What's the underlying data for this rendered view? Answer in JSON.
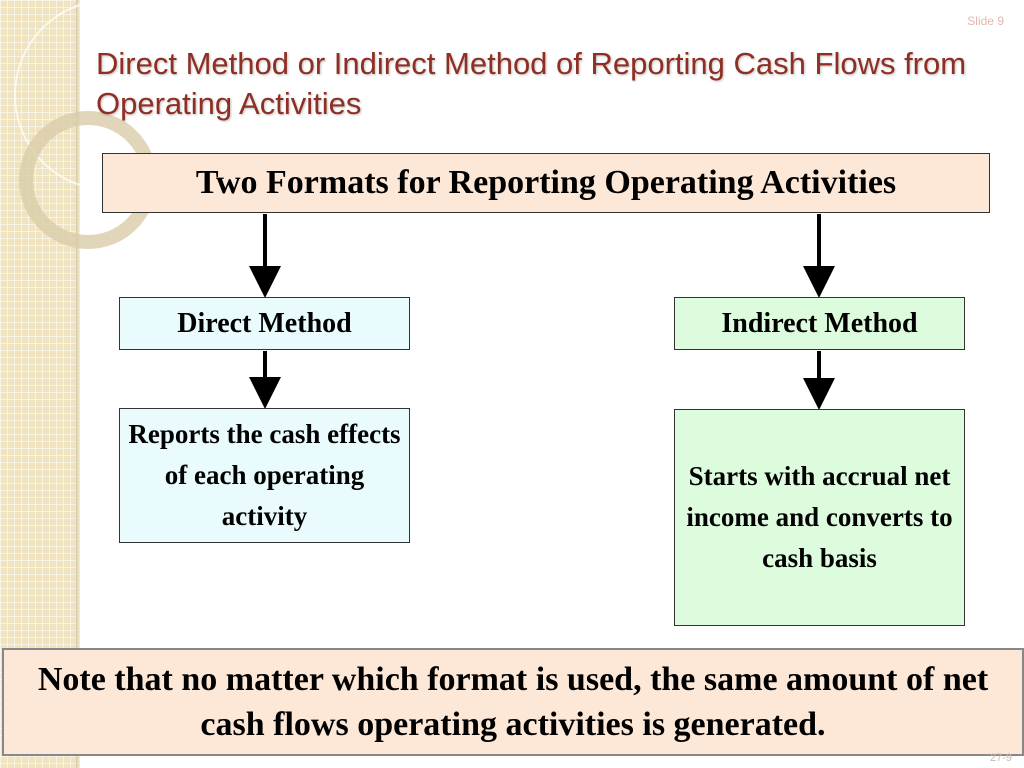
{
  "slide": {
    "slide_label": "Slide 9",
    "corner_label": "27-9",
    "title": "Direct Method or Indirect Method of Reporting Cash Flows from Operating Activities"
  },
  "diagram": {
    "top": "Two Formats for Reporting Operating Activities",
    "direct": {
      "label": "Direct Method",
      "description": "Reports the cash effects of each operating activity"
    },
    "indirect": {
      "label": "Indirect Method",
      "description": "Starts with accrual net income and converts to cash basis"
    },
    "note": "Note that no matter which format is used, the same amount of net cash flows operating activities is generated."
  },
  "colors": {
    "title": "#8f2f24",
    "peach_fill": "#fde8d8",
    "cyan_fill": "#e9fbfd",
    "green_fill": "#ddfcdd",
    "sidebar": "#efe3c0"
  }
}
